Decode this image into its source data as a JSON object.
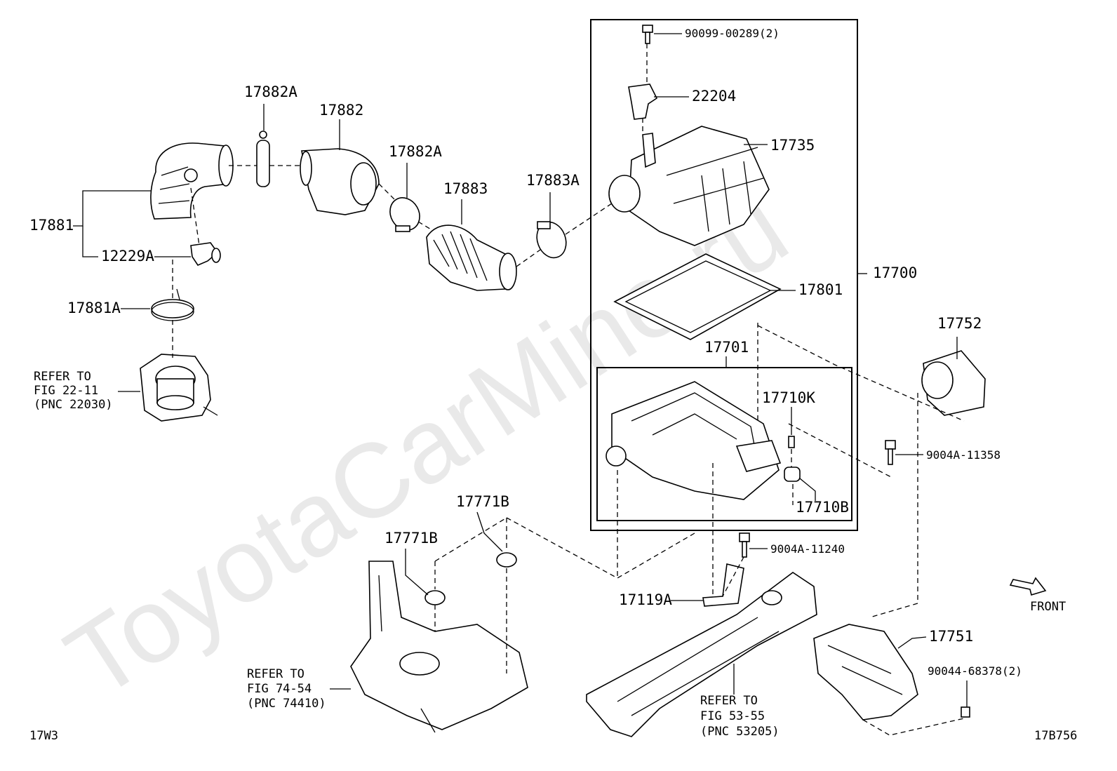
{
  "watermark": "ToyotaCarMine.ru",
  "parts": {
    "p17882A_top": "17882A",
    "p17882": "17882",
    "p17882A": "17882A",
    "p17883": "17883",
    "p17883A": "17883A",
    "p17881": "17881",
    "p12229A": "12229A",
    "p17881A": "17881A",
    "p90099": "90099-00289(2)",
    "p22204": "22204",
    "p17735": "17735",
    "p17700": "17700",
    "p17801": "17801",
    "p17701": "17701",
    "p17752": "17752",
    "p17710K": "17710K",
    "p9004A_11358": "9004A-11358",
    "p17710B": "17710B",
    "p17771B_1": "17771B",
    "p17771B_2": "17771B",
    "p9004A_11240": "9004A-11240",
    "p17119A": "17119A",
    "p17751": "17751",
    "p90044": "90044-68378(2)"
  },
  "refs": {
    "throttle": {
      "line1": "REFER TO",
      "line2": "FIG 22-11",
      "line3": "(PNC 22030)"
    },
    "bracket": {
      "line1": "REFER TO",
      "line2": "FIG 74-54",
      "line3": "(PNC 74410)"
    },
    "frame": {
      "line1": "REFER TO",
      "line2": "FIG 53-55",
      "line3": "(PNC 53205)"
    }
  },
  "front_label": "FRONT",
  "code_left": "17W3",
  "code_right": "17B756"
}
